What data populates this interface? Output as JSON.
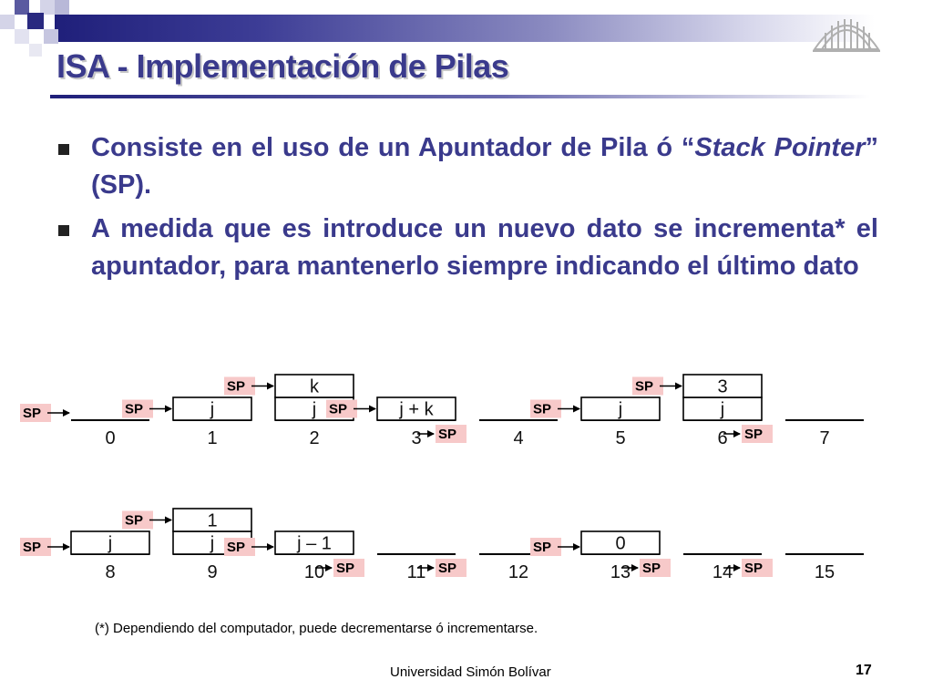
{
  "title": "ISA - Implementación de Pilas",
  "bullets": [
    {
      "parts": [
        {
          "text": "Consiste en el uso de un Apuntador de Pila ó “",
          "italic": false
        },
        {
          "text": "Stack Pointer",
          "italic": true
        },
        {
          "text": "” (SP).",
          "italic": false
        }
      ]
    },
    {
      "parts": [
        {
          "text": "A medida que es introduce un nuevo dato se incrementa* el apuntador, para mantenerlo siempre indicando el último dato",
          "italic": false
        }
      ]
    }
  ],
  "sp_label": "SP",
  "stacks": [
    {
      "position": "0",
      "items": [],
      "sp_level": 0
    },
    {
      "position": "1",
      "items": [
        "j"
      ],
      "sp_level": 1
    },
    {
      "position": "2",
      "items": [
        "j",
        "k"
      ],
      "sp_level": 2
    },
    {
      "position": "3",
      "items": [
        "j + k"
      ],
      "sp_level": 1
    },
    {
      "position": "4",
      "items": [],
      "sp_level": 0
    },
    {
      "position": "5",
      "items": [
        "j"
      ],
      "sp_level": 1
    },
    {
      "position": "6",
      "items": [
        "j",
        "3"
      ],
      "sp_level": 2
    },
    {
      "position": "7",
      "items": [],
      "sp_level": 0
    },
    {
      "position": "8",
      "items": [
        "j"
      ],
      "sp_level": 1
    },
    {
      "position": "9",
      "items": [
        "j",
        "1"
      ],
      "sp_level": 2
    },
    {
      "position": "10",
      "items": [
        "j – 1"
      ],
      "sp_level": 1
    },
    {
      "position": "11",
      "items": [],
      "sp_level": 0
    },
    {
      "position": "12",
      "items": [],
      "sp_level": 0
    },
    {
      "position": "13",
      "items": [
        "0"
      ],
      "sp_level": 1
    },
    {
      "position": "14",
      "items": [],
      "sp_level": 0
    },
    {
      "position": "15",
      "items": [],
      "sp_level": 0
    }
  ],
  "footnote": "(*) Dependiendo del computador, puede decrementarse ó incrementarse.",
  "footer": {
    "institution": "Universidad Simón Bolívar",
    "page": "17"
  },
  "colors": {
    "title": "#3a3a8c",
    "sp_box": "#f7c9c9",
    "header_dark": "#1f1f7a"
  }
}
